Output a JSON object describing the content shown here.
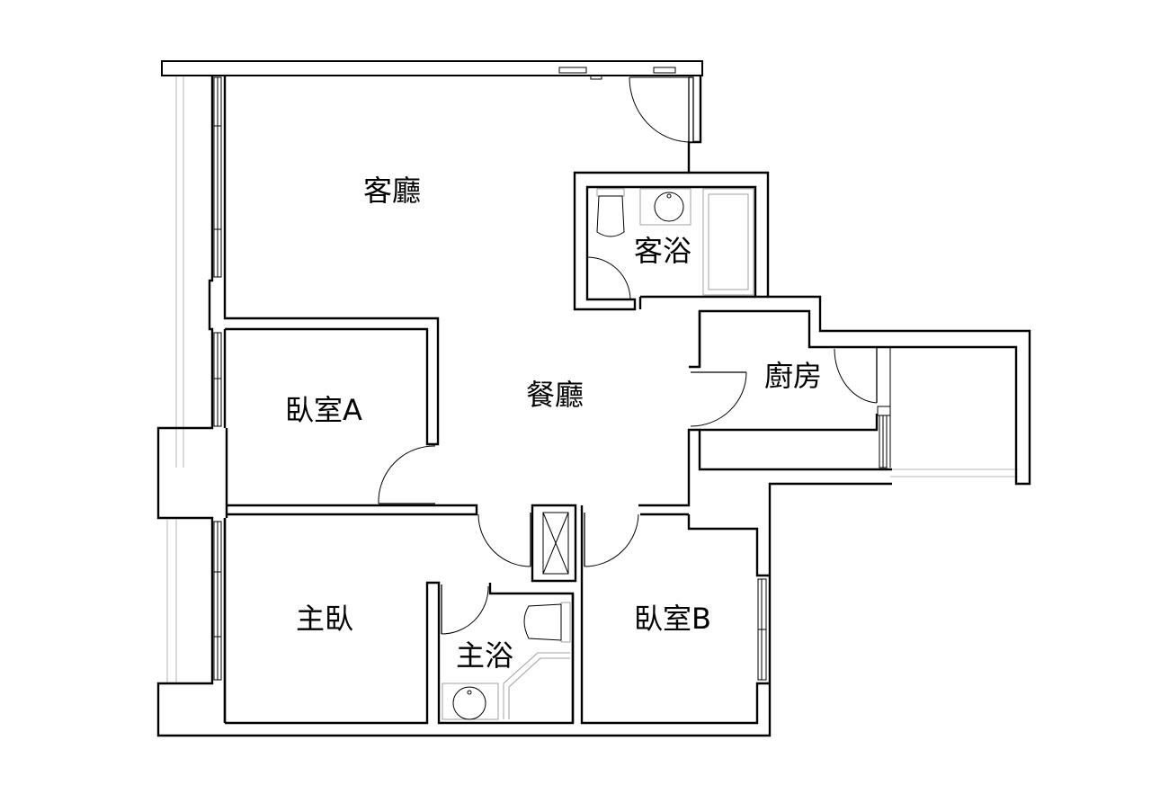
{
  "rooms": {
    "living_room": "客廳",
    "guest_bath": "客浴",
    "dining_room": "餐廳",
    "bedroom_a": "臥室A",
    "kitchen": "廚房",
    "master_bedroom": "主臥",
    "master_bath": "主浴",
    "bedroom_b": "臥室B"
  },
  "icons": {
    "door": "door-swing-icon",
    "window": "window-icon",
    "toilet": "toilet-icon",
    "sink": "sink-icon",
    "bathtub": "bathtub-icon",
    "duct": "duct-shaft-icon"
  },
  "colors": {
    "line": "#000000",
    "faint_line": "#b5b5b5",
    "background": "#ffffff"
  }
}
